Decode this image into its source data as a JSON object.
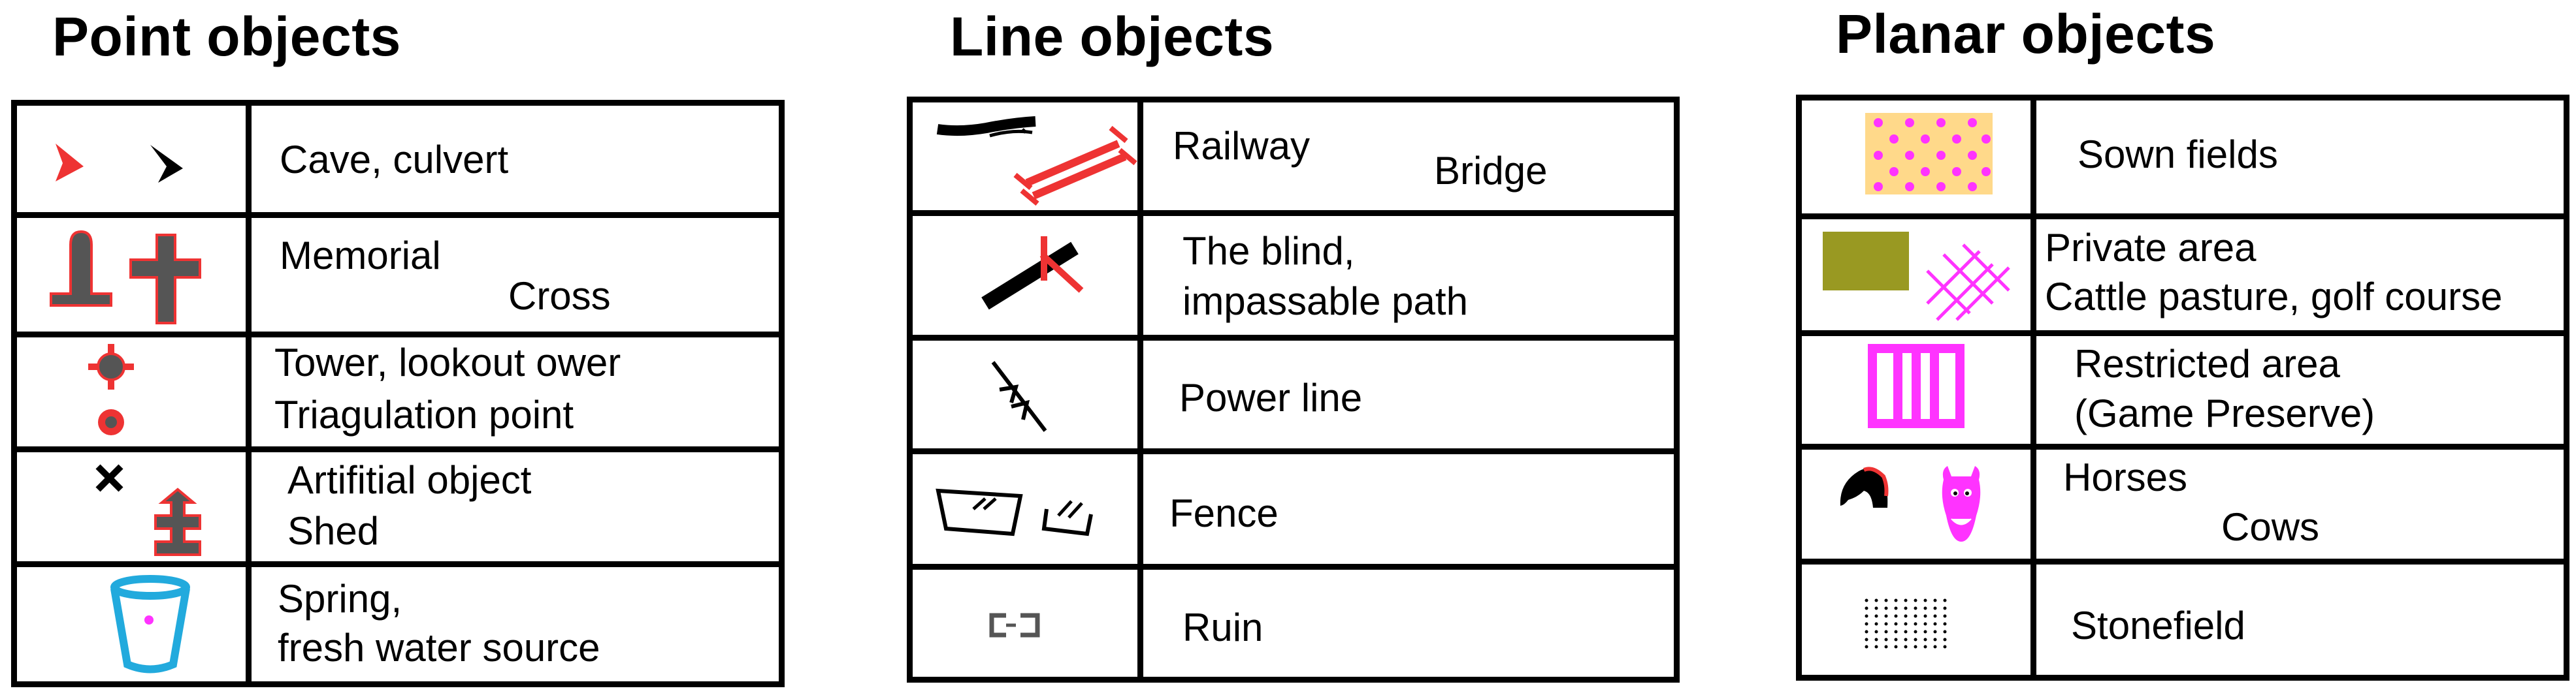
{
  "panels": {
    "point": {
      "title": "Point objects",
      "rows": [
        {
          "icon": "cave-culvert-icon",
          "text1": "Cave, culvert"
        },
        {
          "icon": "memorial-cross-icon",
          "text1": "Memorial",
          "text2": "Cross"
        },
        {
          "icon": "tower-trig-point-icon",
          "text1": "Tower, lookout ower",
          "text2": "Triagulation point"
        },
        {
          "icon": "artificial-shed-icon",
          "text1": "Artifitial object",
          "text2": "Shed"
        },
        {
          "icon": "spring-cup-icon",
          "text1": "Spring,",
          "text2": "fresh water source"
        }
      ]
    },
    "line": {
      "title": "Line objects",
      "rows": [
        {
          "icon": "railway-bridge-icon",
          "text1": "Railway",
          "text2": "Bridge"
        },
        {
          "icon": "blind-path-icon",
          "text1": "The blind,",
          "text2": "impassable path"
        },
        {
          "icon": "power-line-icon",
          "text1": "Power line"
        },
        {
          "icon": "fence-icon",
          "text1": "Fence"
        },
        {
          "icon": "ruin-icon",
          "text1": "Ruin"
        }
      ]
    },
    "planar": {
      "title": "Planar objects",
      "rows": [
        {
          "icon": "sown-fields-icon",
          "text1": "Sown fields"
        },
        {
          "icon": "private-area-pasture-icon",
          "text1": "Private area",
          "text2": "Cattle pasture, golf course"
        },
        {
          "icon": "restricted-area-icon",
          "text1": "Restricted area",
          "text2": "(Game Preserve)"
        },
        {
          "icon": "horse-cow-icon",
          "text1": "Horses",
          "text2": "Cows"
        },
        {
          "icon": "stonefield-icon",
          "text1": "Stonefield"
        }
      ]
    }
  },
  "colors": {
    "red": "#ee3333",
    "magenta": "#ff33ff",
    "olive": "#999922",
    "cyan": "#22aadd",
    "sand": "#ffd98a",
    "gray": "#555555"
  }
}
